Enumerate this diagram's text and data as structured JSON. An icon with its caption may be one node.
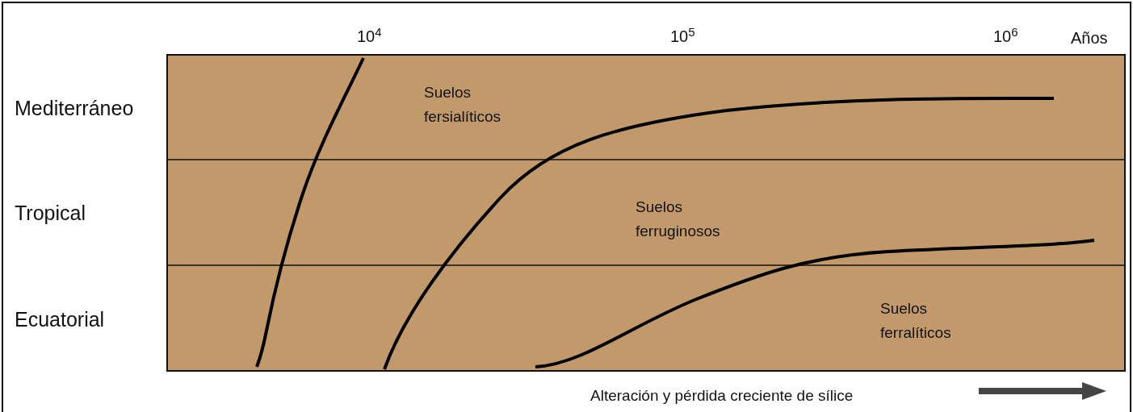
{
  "diagram": {
    "labels": [
      "10$^{4}$",
      "10$^{5}$",
      "10$^{6}$",
      "Años",
      "Mediterráneo",
      "Tropical",
      "Ecuatorial",
      "Suelos fersialíticos",
      "Suelos ferruginosos",
      "Suelos ferralíticos",
      "Alteración y pérdida creciente de sílice"
    ]
  }
}
